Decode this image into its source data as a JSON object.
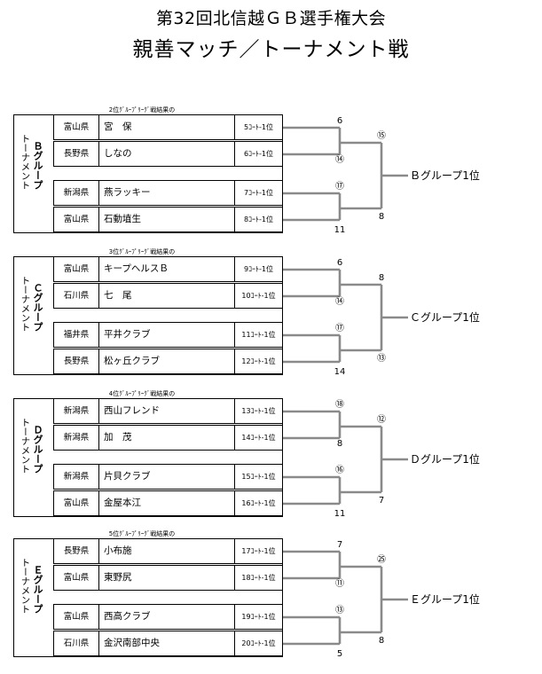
{
  "title": "第32回北信越ＧＢ選手権大会",
  "subtitle": "親善マッチ／トーナメント戦",
  "groups": [
    {
      "id": "B",
      "source_label": "2位ｸﾞﾙｰﾌﾟﾘｰｸﾞ戦結果の",
      "side_label_group": "Ｂグループ",
      "side_label_tournament": "トーナメント",
      "winner_label": "Ｂグループ1位",
      "teams": [
        {
          "pref": "富山県",
          "name": "宮　保",
          "court": "5ｺｰﾄ-1位"
        },
        {
          "pref": "長野県",
          "name": "しなの",
          "court": "6ｺｰﾄ-1位"
        },
        {
          "pref": "新潟県",
          "name": "燕ラッキー",
          "court": "7ｺｰﾄ-1位"
        },
        {
          "pref": "富山県",
          "name": "石動埴生",
          "court": "8ｺｰﾄ-1位"
        }
      ],
      "courts": {
        "m1_top": "6",
        "m1": "⑭",
        "m2": "⑰",
        "m2_bottom": "11",
        "final_top": "⑮",
        "final_bottom": "8"
      }
    },
    {
      "id": "C",
      "source_label": "3位ｸﾞﾙｰﾌﾟﾘｰｸﾞ戦結果の",
      "side_label_group": "Ｃグループ",
      "side_label_tournament": "トーナメント",
      "winner_label": "Ｃグループ1位",
      "teams": [
        {
          "pref": "富山県",
          "name": "キープヘルスＢ",
          "court": "9ｺｰﾄ-1位"
        },
        {
          "pref": "石川県",
          "name": "七　尾",
          "court": "10ｺｰﾄ-1位"
        },
        {
          "pref": "福井県",
          "name": "平井クラブ",
          "court": "11ｺｰﾄ-1位"
        },
        {
          "pref": "長野県",
          "name": "松ヶ丘クラブ",
          "court": "12ｺｰﾄ-1位"
        }
      ],
      "courts": {
        "m1_top": "6",
        "m1": "⑭",
        "m2": "⑰",
        "m2_bottom": "14",
        "final_top": "8",
        "final_bottom": "⑬"
      }
    },
    {
      "id": "D",
      "source_label": "4位ｸﾞﾙｰﾌﾟﾘｰｸﾞ戦結果の",
      "side_label_group": "Ｄグループ",
      "side_label_tournament": "トーナメント",
      "winner_label": "Ｄグループ1位",
      "teams": [
        {
          "pref": "新潟県",
          "name": "西山フレンド",
          "court": "13ｺｰﾄ-1位"
        },
        {
          "pref": "新潟県",
          "name": "加　茂",
          "court": "14ｺｰﾄ-1位"
        },
        {
          "pref": "新潟県",
          "name": "片貝クラブ",
          "court": "15ｺｰﾄ-1位"
        },
        {
          "pref": "富山県",
          "name": "金屋本江",
          "court": "16ｺｰﾄ-1位"
        }
      ],
      "courts": {
        "m1_top": "⑱",
        "m1": "8",
        "m2": "⑯",
        "m2_bottom": "11",
        "final_top": "⑫",
        "final_bottom": "7"
      }
    },
    {
      "id": "E",
      "source_label": "5位ｸﾞﾙｰﾌﾟﾘｰｸﾞ戦結果の",
      "side_label_group": "Ｅグループ",
      "side_label_tournament": "トーナメント",
      "winner_label": "Ｅグループ1位",
      "teams": [
        {
          "pref": "長野県",
          "name": "小布施",
          "court": "17ｺｰﾄ-1位"
        },
        {
          "pref": "富山県",
          "name": "東野尻",
          "court": "18ｺｰﾄ-1位"
        },
        {
          "pref": "富山県",
          "name": "西高クラブ",
          "court": "19ｺｰﾄ-1位"
        },
        {
          "pref": "石川県",
          "name": "金沢南部中央",
          "court": "20ｺｰﾄ-1位"
        }
      ],
      "courts": {
        "m1_top": "7",
        "m1": "⑪",
        "m2": "⑬",
        "m2_bottom": "5",
        "final_top": "㉕",
        "final_bottom": "8"
      }
    }
  ]
}
